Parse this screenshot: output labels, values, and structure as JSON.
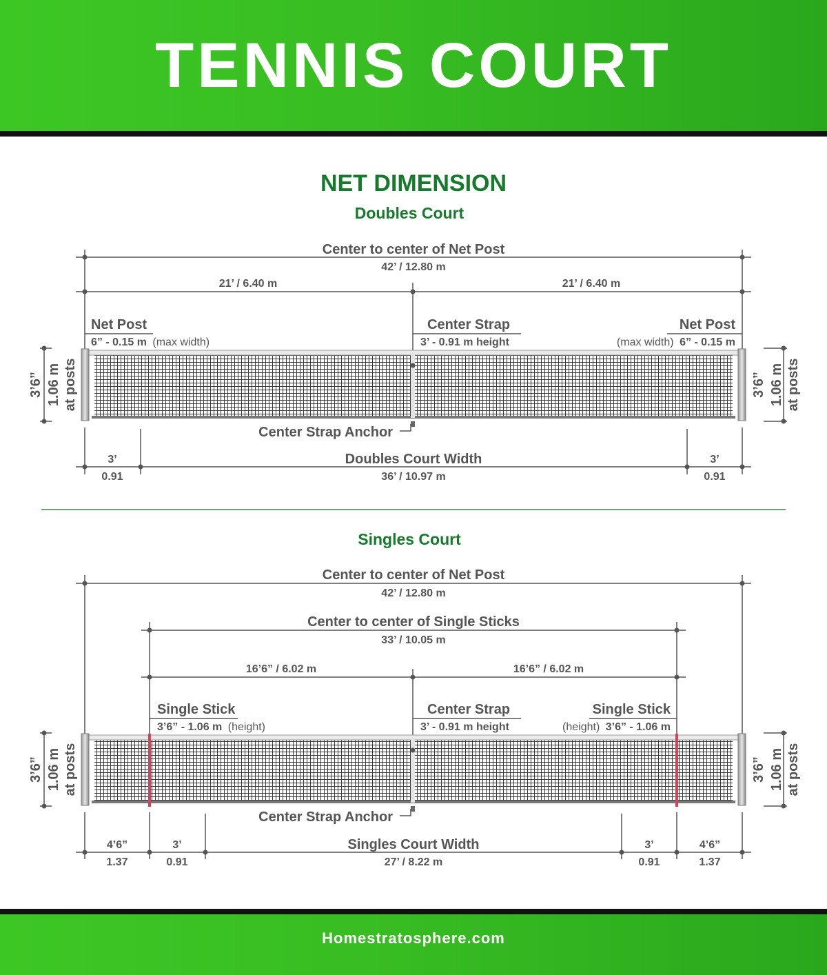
{
  "header": {
    "title": "TENNIS COURT"
  },
  "section": {
    "title": "NET DIMENSION"
  },
  "doubles": {
    "title": "Doubles Court",
    "post_label": "Center to center of Net Post",
    "post_value": "42’ / 12.80 m",
    "half_left": "21’ / 6.40 m",
    "half_right": "21’ / 6.40 m",
    "net_post_left": {
      "name": "Net Post",
      "value": "6” - 0.15 m",
      "note": "(max width)"
    },
    "center_strap": {
      "name": "Center Strap",
      "value": "3’ - 0.91 m height"
    },
    "net_post_right": {
      "name": "Net Post",
      "value": "6” - 0.15 m",
      "note": "(max width)"
    },
    "anchor_label": "Center Strap Anchor",
    "height": {
      "imperial": "3’6”",
      "metric": "1.06 m",
      "note": "at posts"
    },
    "side_left": {
      "imperial": "3’",
      "metric": "0.91"
    },
    "court_width_label": "Doubles Court Width",
    "court_width_value": "36’ / 10.97 m",
    "side_right": {
      "imperial": "3’",
      "metric": "0.91"
    }
  },
  "singles": {
    "title": "Singles Court",
    "post_label": "Center to center of Net Post",
    "post_value": "42’ / 12.80 m",
    "sticks_label": "Center to center of Single Sticks",
    "sticks_value": "33’ / 10.05 m",
    "half_left": "16’6” / 6.02 m",
    "half_right": "16’6” / 6.02 m",
    "stick_left": {
      "name": "Single Stick",
      "value": "3’6” - 1.06 m",
      "note": "(height)"
    },
    "center_strap": {
      "name": "Center Strap",
      "value": "3’ - 0.91 m height"
    },
    "stick_right": {
      "name": "Single Stick",
      "value": "3’6” - 1.06 m",
      "note": "(height)"
    },
    "anchor_label": "Center Strap Anchor",
    "height": {
      "imperial": "3’6”",
      "metric": "1.06 m",
      "note": "at posts"
    },
    "outer_left": {
      "imperial": "4’6”",
      "metric": "1.37"
    },
    "inner_left": {
      "imperial": "3’",
      "metric": "0.91"
    },
    "court_width_label": "Singles Court Width",
    "court_width_value": "27’ / 8.22 m",
    "inner_right": {
      "imperial": "3’",
      "metric": "0.91"
    },
    "outer_right": {
      "imperial": "4’6”",
      "metric": "1.37"
    }
  },
  "colors": {
    "brand_green": "#3dc725",
    "heading_green": "#157a2c",
    "stick_red": "#d9405a"
  },
  "footer": {
    "credit": "Homestratosphere.com"
  }
}
